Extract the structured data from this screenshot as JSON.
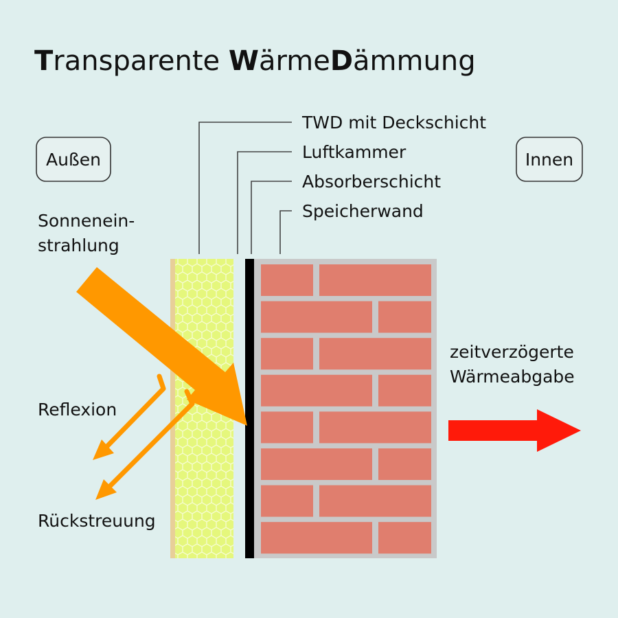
{
  "title": {
    "parts": [
      {
        "text": "T",
        "bold": true
      },
      {
        "text": "ransparente ",
        "bold": false
      },
      {
        "text": "W",
        "bold": true
      },
      {
        "text": "ärme",
        "bold": false
      },
      {
        "text": "D",
        "bold": true
      },
      {
        "text": "ämmung",
        "bold": false
      }
    ]
  },
  "labels": {
    "outside": "Außen",
    "inside": "Innen",
    "layer_twd": "TWD mit Deckschicht",
    "layer_air": "Luftkammer",
    "layer_absorber": "Absorberschicht",
    "layer_storage": "Speicherwand",
    "solar_line1": "Sonnenein-",
    "solar_line2": "strahlung",
    "reflection": "Reflexion",
    "backscatter": "Rückstreuung",
    "release_line1": "zeitverzögerte",
    "release_line2": "Wärmeabgabe"
  },
  "colors": {
    "background": "#dfefee",
    "twd_fill": "#e5f77c",
    "brick": "#e07e6e",
    "mortar": "#c9c9c9",
    "absorber": "#000000",
    "solar_arrow": "#ff9800",
    "heat_arrow": "#ff1a0a"
  }
}
